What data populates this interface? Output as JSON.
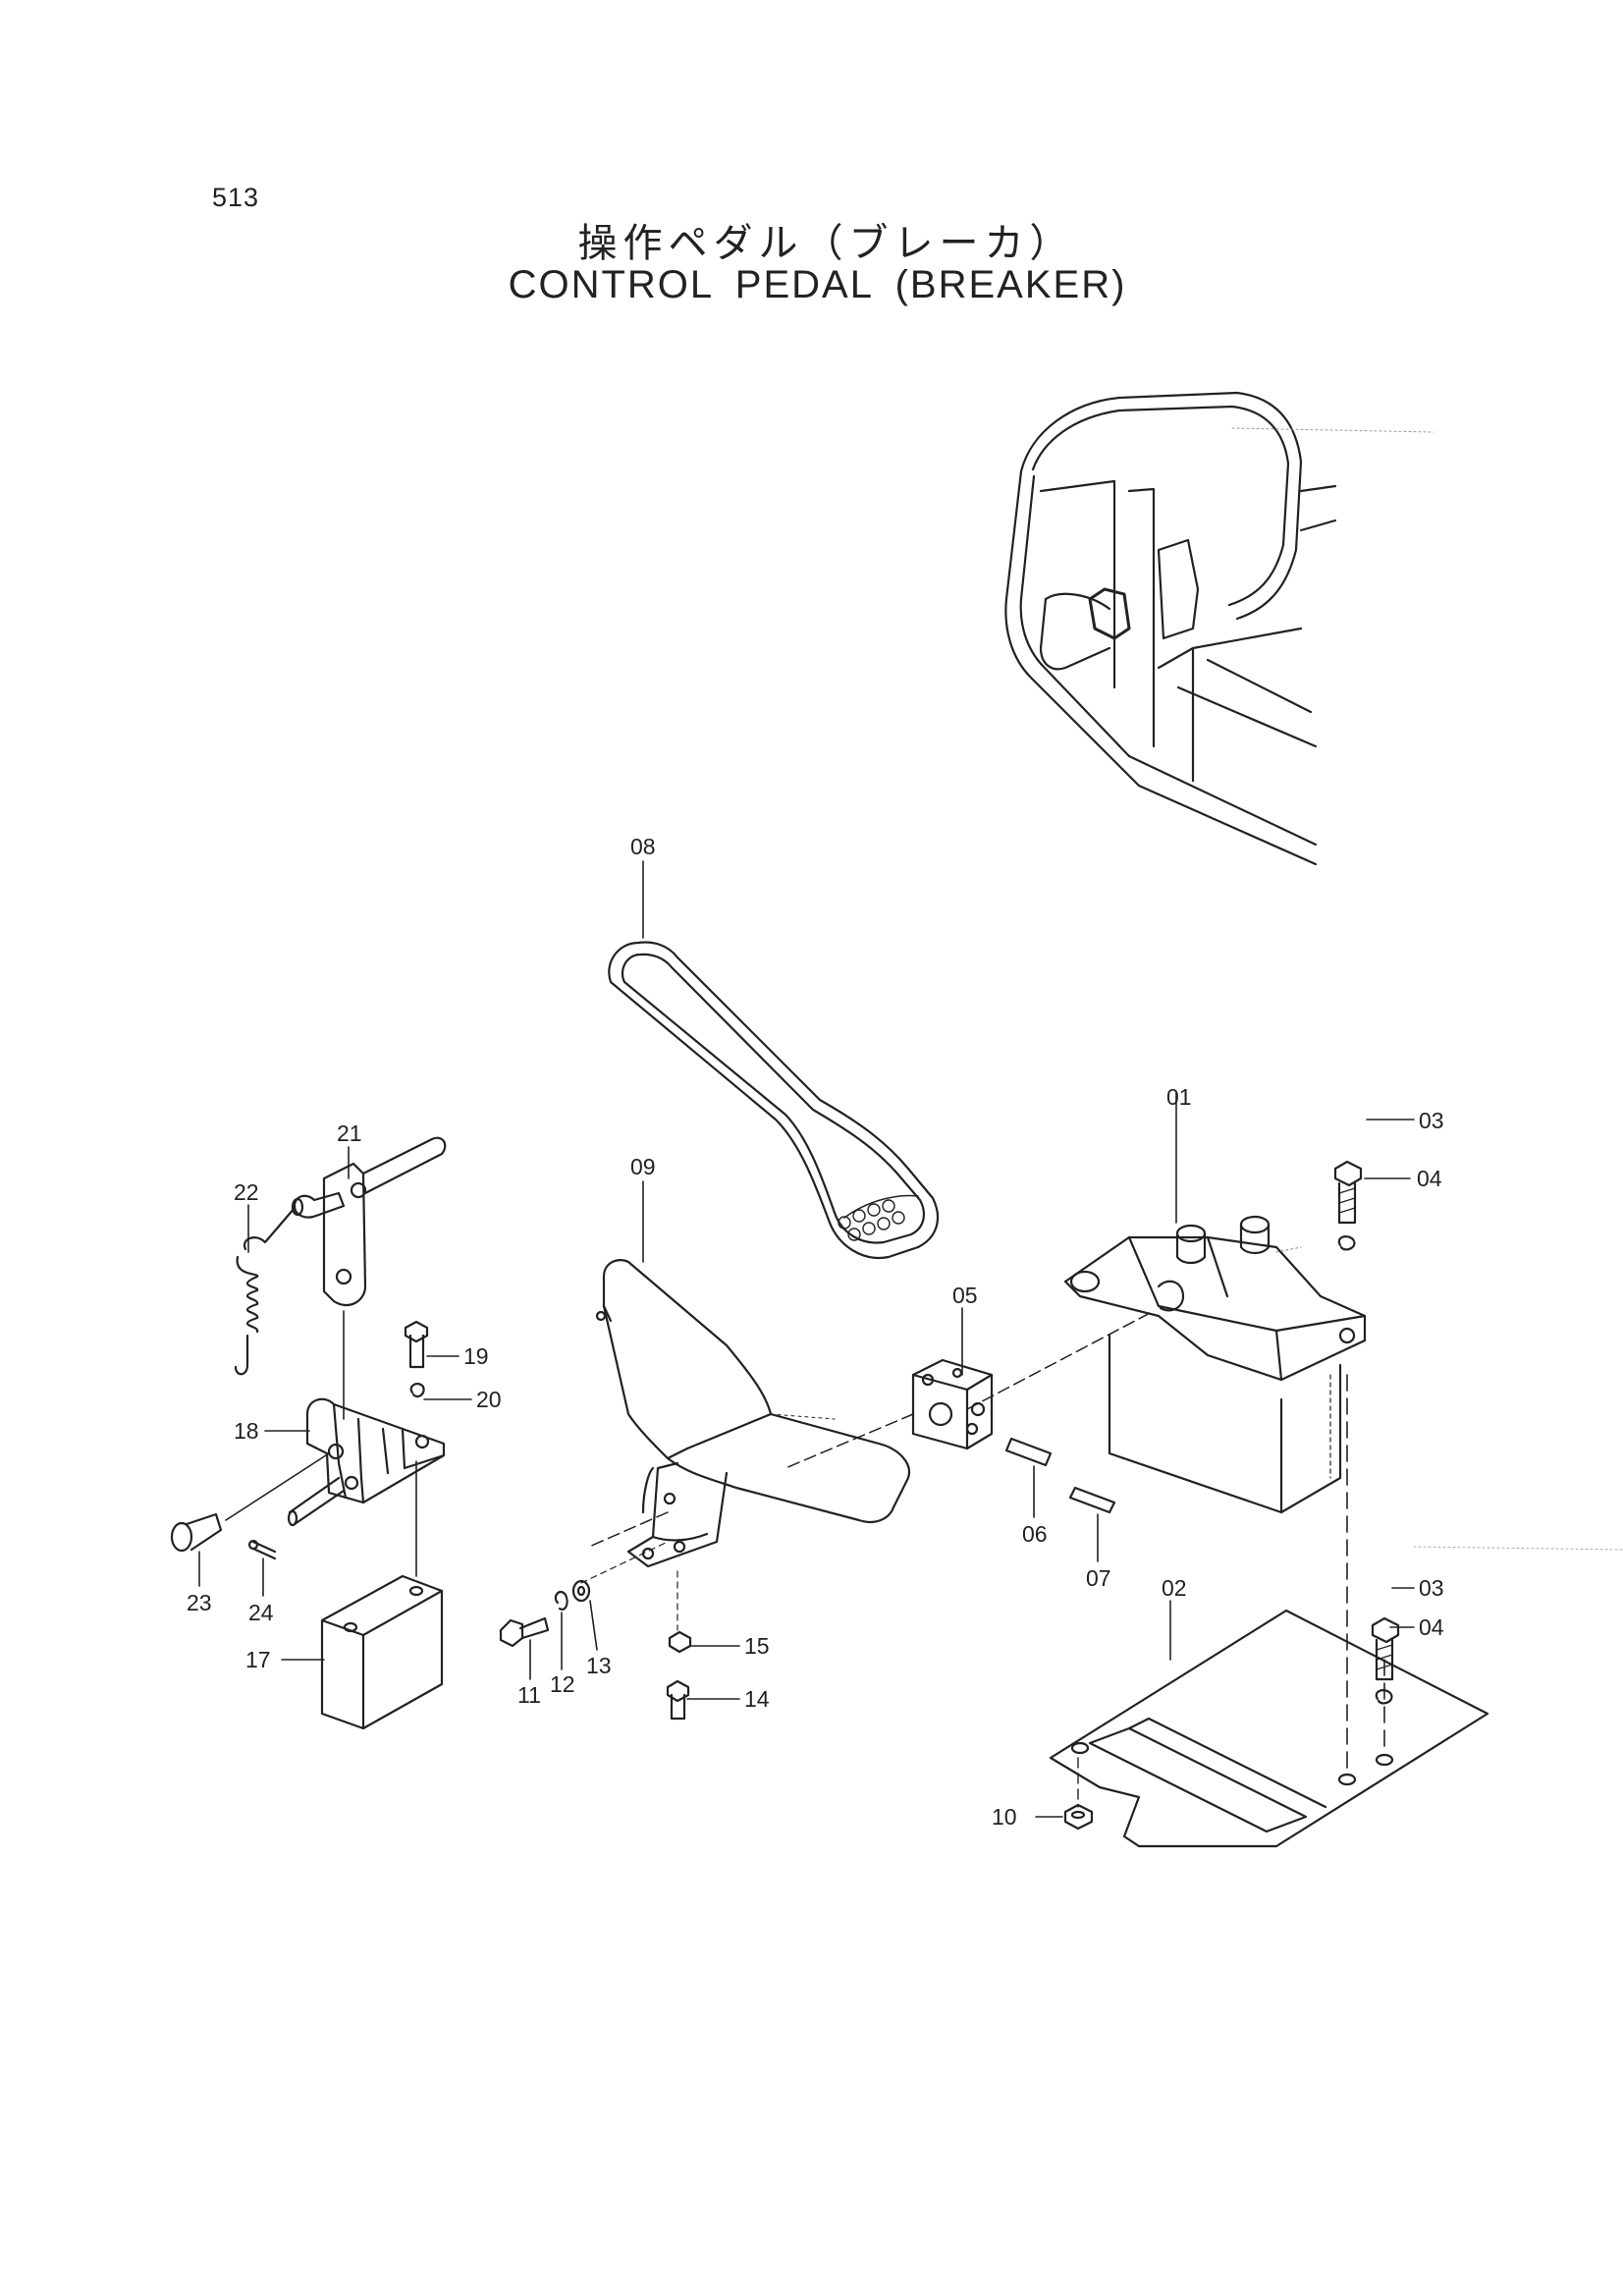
{
  "page_number": "513",
  "title_ja": "操作ペダル（ブレーカ）",
  "title_en": "CONTROL PEDAL (BREAKER)",
  "callouts": [
    {
      "id": "01",
      "text": "01"
    },
    {
      "id": "02",
      "text": "02"
    },
    {
      "id": "03a",
      "text": "03"
    },
    {
      "id": "03b",
      "text": "03"
    },
    {
      "id": "04a",
      "text": "04"
    },
    {
      "id": "04b",
      "text": "04"
    },
    {
      "id": "05",
      "text": "05"
    },
    {
      "id": "06",
      "text": "06"
    },
    {
      "id": "07",
      "text": "07"
    },
    {
      "id": "08",
      "text": "08"
    },
    {
      "id": "09",
      "text": "09"
    },
    {
      "id": "10",
      "text": "10"
    },
    {
      "id": "11",
      "text": "11"
    },
    {
      "id": "12",
      "text": "12"
    },
    {
      "id": "13",
      "text": "13"
    },
    {
      "id": "14",
      "text": "14"
    },
    {
      "id": "15",
      "text": "15"
    },
    {
      "id": "17",
      "text": "17"
    },
    {
      "id": "18",
      "text": "18"
    },
    {
      "id": "19",
      "text": "19"
    },
    {
      "id": "20",
      "text": "20"
    },
    {
      "id": "21",
      "text": "21"
    },
    {
      "id": "22",
      "text": "22"
    },
    {
      "id": "23",
      "text": "23"
    },
    {
      "id": "24",
      "text": "24"
    }
  ]
}
